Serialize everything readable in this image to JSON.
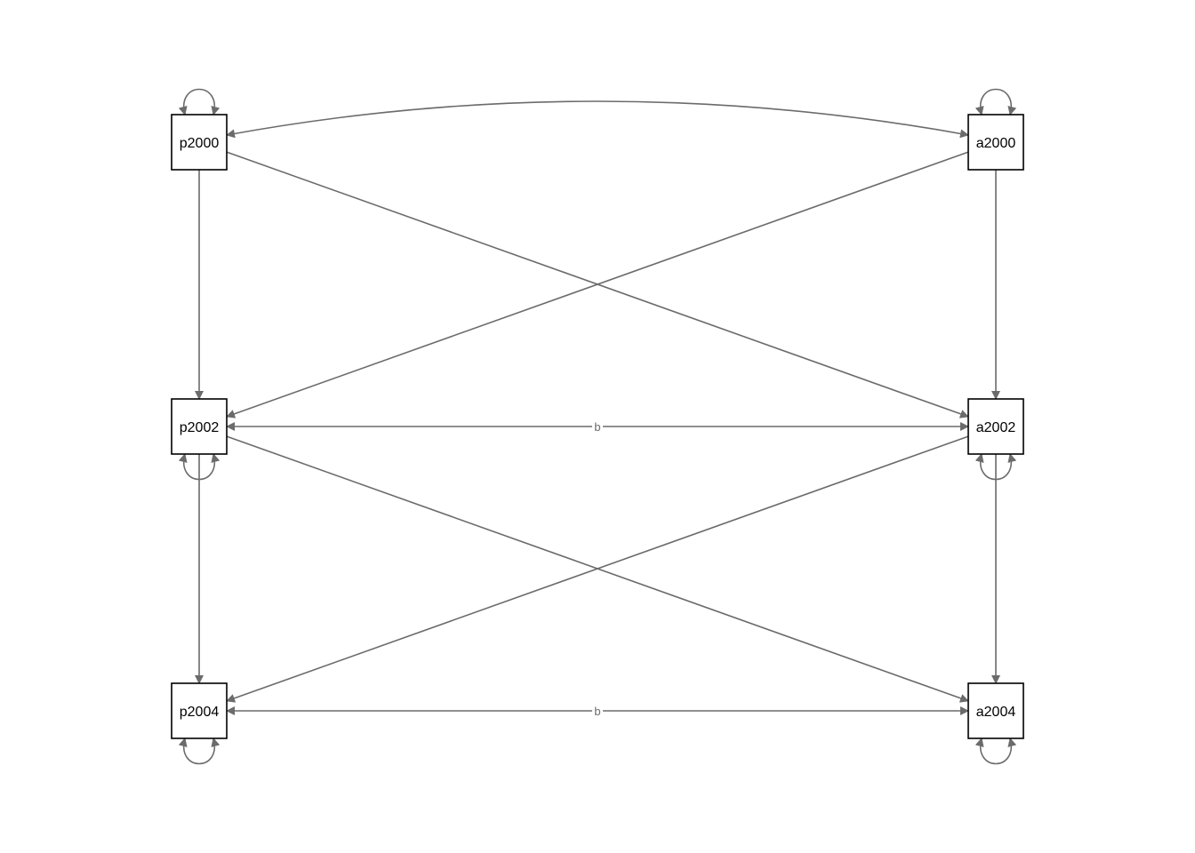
{
  "diagram": {
    "colors": {
      "edge": "#6b6b6b",
      "node_border": "#000000",
      "node_fill": "#ffffff",
      "background": "#ffffff"
    },
    "nodes": [
      {
        "id": "p2000",
        "label": "p2000"
      },
      {
        "id": "a2000",
        "label": "a2000"
      },
      {
        "id": "p2002",
        "label": "p2002"
      },
      {
        "id": "a2002",
        "label": "a2002"
      },
      {
        "id": "p2004",
        "label": "p2004"
      },
      {
        "id": "a2004",
        "label": "a2004"
      }
    ],
    "edges": [
      {
        "from": "p2000",
        "to": "a2000",
        "type": "covariance",
        "label": ""
      },
      {
        "from": "p2000",
        "to": "p2002",
        "type": "regression",
        "label": ""
      },
      {
        "from": "p2000",
        "to": "a2002",
        "type": "regression",
        "label": ""
      },
      {
        "from": "a2000",
        "to": "p2002",
        "type": "regression",
        "label": ""
      },
      {
        "from": "a2000",
        "to": "a2002",
        "type": "regression",
        "label": ""
      },
      {
        "from": "p2002",
        "to": "a2002",
        "type": "covariance",
        "label": "b"
      },
      {
        "from": "p2002",
        "to": "p2004",
        "type": "regression",
        "label": ""
      },
      {
        "from": "p2002",
        "to": "a2004",
        "type": "regression",
        "label": ""
      },
      {
        "from": "a2002",
        "to": "p2004",
        "type": "regression",
        "label": ""
      },
      {
        "from": "a2002",
        "to": "a2004",
        "type": "regression",
        "label": ""
      },
      {
        "from": "p2004",
        "to": "a2004",
        "type": "covariance",
        "label": "b"
      }
    ],
    "variances": [
      "p2000",
      "a2000",
      "p2002",
      "a2002",
      "p2004",
      "a2004"
    ]
  }
}
